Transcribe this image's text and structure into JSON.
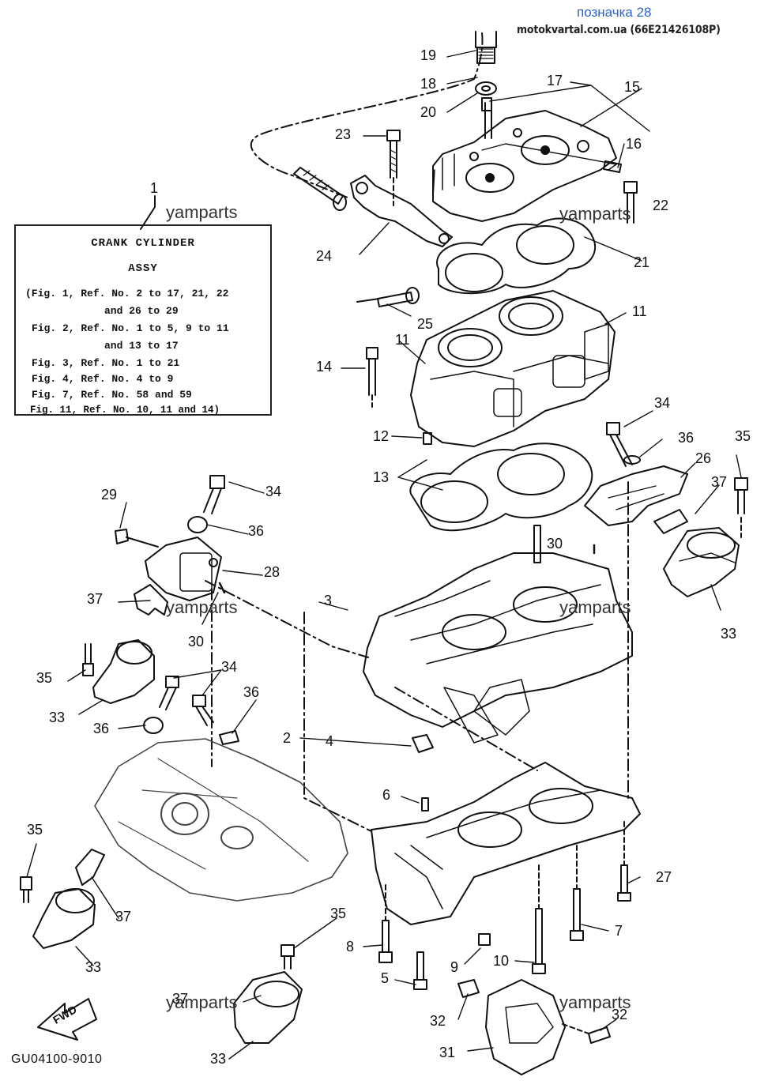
{
  "header": {
    "title": "позначка 28",
    "subtitle": "motokvartal.com.ua (66E21426108P)"
  },
  "assy_box": {
    "title_line1": "CRANK CYLINDER",
    "title_line2": "ASSY",
    "lines": [
      "(Fig. 1, Ref. No. 2 to 17, 21, 22",
      "and 26 to 29",
      "Fig. 2, Ref. No. 1 to 5, 9 to 11",
      "and 13 to 17",
      "Fig. 3, Ref. No. 1 to 21",
      "Fig. 4, Ref. No. 4 to 9",
      "Fig. 7, Ref. No. 58 and 59",
      "Fig. 11, Ref. No. 10, 11 and 14)"
    ]
  },
  "watermark": "yamparts",
  "diagram_code": "GU04100-9010",
  "fwd_label": "FWD",
  "callouts": {
    "c1": "1",
    "c2": "2",
    "c3": "3",
    "c4": "4",
    "c5": "5",
    "c6": "6",
    "c7": "7",
    "c8": "8",
    "c9": "9",
    "c10": "10",
    "c11a": "11",
    "c11b": "11",
    "c12": "12",
    "c13": "13",
    "c14": "14",
    "c15": "15",
    "c16": "16",
    "c17": "17",
    "c18": "18",
    "c19": "19",
    "c20": "20",
    "c21": "21",
    "c22": "22",
    "c23": "23",
    "c24": "24",
    "c25": "25",
    "c26": "26",
    "c27": "27",
    "c28": "28",
    "c29": "29",
    "c30a": "30",
    "c30b": "30",
    "c31": "31",
    "c32a": "32",
    "c32b": "32",
    "c33a": "33",
    "c33b": "33",
    "c33c": "33",
    "c33d": "33",
    "c34a": "34",
    "c34b": "34",
    "c34c": "34",
    "c35a": "35",
    "c35b": "35",
    "c35c": "35",
    "c35d": "35",
    "c36a": "36",
    "c36b": "36",
    "c36c": "36",
    "c36d": "36",
    "c37a": "37",
    "c37b": "37",
    "c37c": "37",
    "c37d": "37"
  }
}
